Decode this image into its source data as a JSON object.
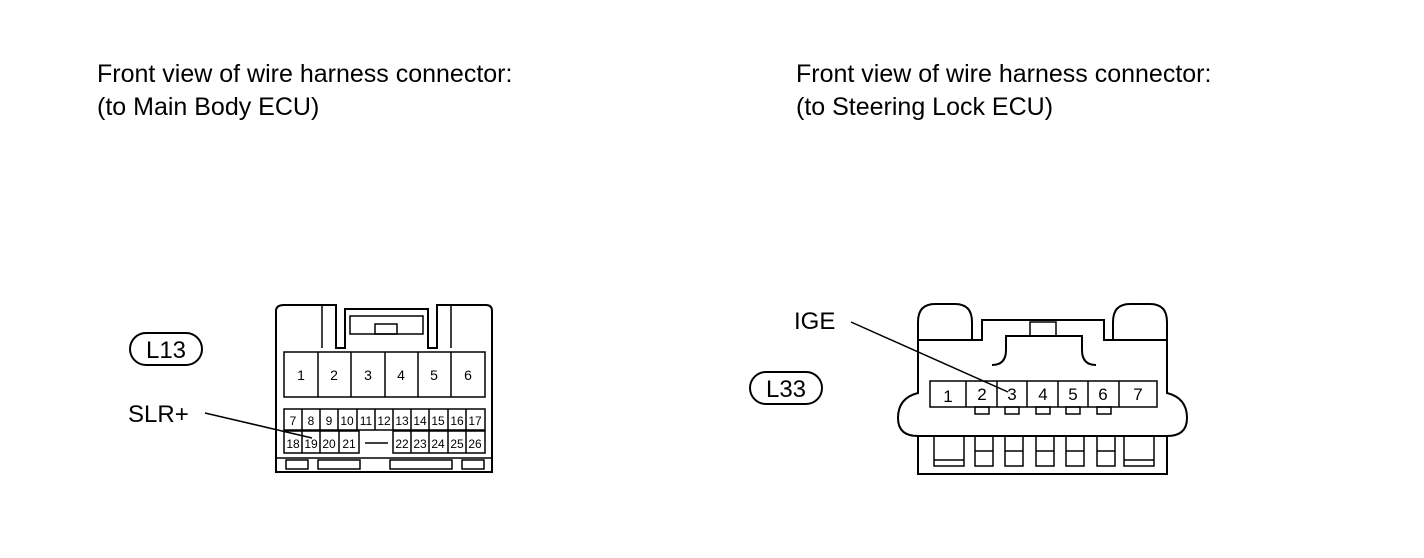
{
  "left": {
    "title_line1": "Front view of wire harness connector:",
    "title_line2": "(to Main Body ECU)",
    "connector_id": "L13",
    "pin_label": "SLR+",
    "top_row": [
      "1",
      "2",
      "3",
      "4",
      "5",
      "6"
    ],
    "middle_row": [
      "7",
      "8",
      "9",
      "10",
      "11",
      "12",
      "13",
      "14",
      "15",
      "16",
      "17"
    ],
    "bottom_row_left": [
      "18",
      "19",
      "20",
      "21"
    ],
    "bottom_row_right": [
      "22",
      "23",
      "24",
      "25",
      "26"
    ]
  },
  "right": {
    "title_line1": "Front view of wire harness connector:",
    "title_line2": "(to Steering Lock ECU)",
    "connector_id": "L33",
    "pin_label": "IGE",
    "pins": [
      "1",
      "2",
      "3",
      "4",
      "5",
      "6",
      "7"
    ]
  }
}
